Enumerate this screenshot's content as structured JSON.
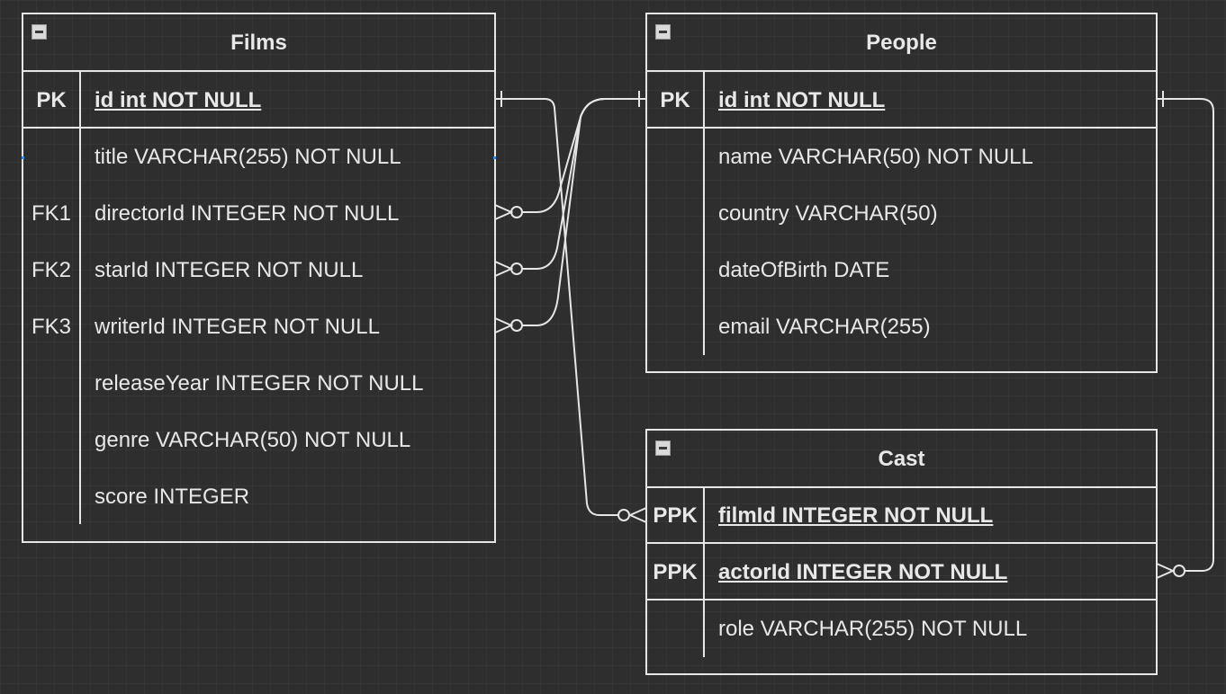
{
  "tables": {
    "films": {
      "title": "Films",
      "pk_key": "PK",
      "pk_field": "id int NOT NULL",
      "rows": [
        {
          "key": "",
          "field": "title VARCHAR(255) NOT NULL"
        },
        {
          "key": "FK1",
          "field": "directorId INTEGER NOT NULL"
        },
        {
          "key": "FK2",
          "field": "starId INTEGER NOT NULL"
        },
        {
          "key": "FK3",
          "field": "writerId INTEGER NOT NULL"
        },
        {
          "key": "",
          "field": "releaseYear INTEGER NOT NULL"
        },
        {
          "key": "",
          "field": "genre VARCHAR(50) NOT NULL"
        },
        {
          "key": "",
          "field": "score INTEGER"
        }
      ]
    },
    "people": {
      "title": "People",
      "pk_key": "PK",
      "pk_field": "id int NOT NULL",
      "rows": [
        {
          "key": "",
          "field": "name VARCHAR(50) NOT NULL"
        },
        {
          "key": "",
          "field": "country VARCHAR(50)"
        },
        {
          "key": "",
          "field": "dateOfBirth DATE"
        },
        {
          "key": "",
          "field": "email VARCHAR(255)"
        }
      ]
    },
    "cast": {
      "title": "Cast",
      "pk1_key": "PPK",
      "pk1_field": "filmId INTEGER NOT NULL",
      "pk2_key": "PPK",
      "pk2_field": "actorId INTEGER NOT NULL",
      "rows": [
        {
          "key": "",
          "field": "role VARCHAR(255) NOT NULL"
        }
      ]
    }
  },
  "relationships": [
    {
      "from": "Films.directorId",
      "to": "People.id",
      "from_end": "zero-or-many",
      "to_end": "one"
    },
    {
      "from": "Films.starId",
      "to": "People.id",
      "from_end": "zero-or-many",
      "to_end": "one"
    },
    {
      "from": "Films.writerId",
      "to": "People.id",
      "from_end": "zero-or-many",
      "to_end": "one"
    },
    {
      "from": "Cast.filmId",
      "to": "Films.id",
      "from_end": "zero-or-many",
      "to_end": "one"
    },
    {
      "from": "Cast.actorId",
      "to": "People.id",
      "from_end": "zero-or-many",
      "to_end": "one"
    }
  ],
  "colors": {
    "background": "#2e2e2e",
    "stroke": "#e6e6e6",
    "text": "#e8e8e8",
    "selection_handle": "#1e90ff"
  },
  "icons": {
    "collapse": "collapse-minus-icon"
  }
}
